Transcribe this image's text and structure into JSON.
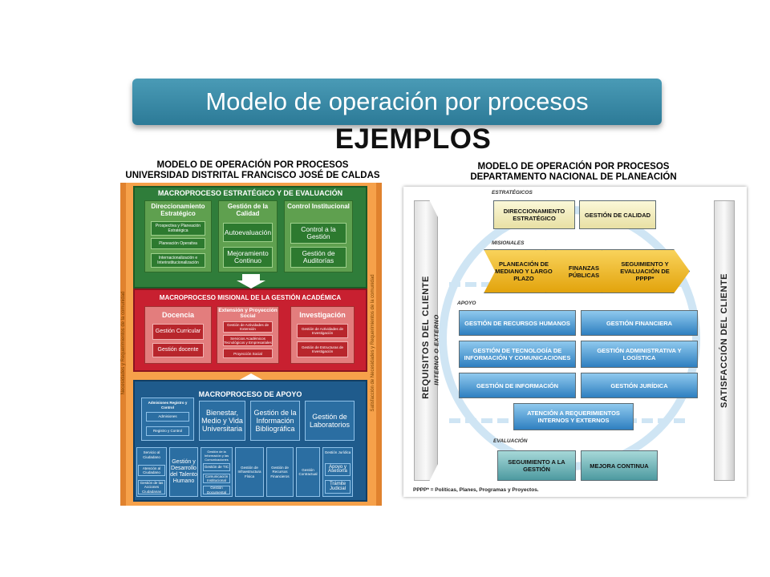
{
  "slide": {
    "title": "Modelo de operación por procesos",
    "subtitle": "EJEMPLOS"
  },
  "left_figure": {
    "caption_line1": "MODELO DE OPERACIÓN POR PROCESOS",
    "caption_line2": "UNIVERSIDAD DISTRITAL FRANCISCO JOSÉ DE CALDAS",
    "side_left": "Necesidades y Requerimientos de la comunidad",
    "side_right": "Satisfacción de Necesidades y Requerimientos de la comunidad",
    "strategic": {
      "title": "MACROPROCESO ESTRATÉGICO Y DE EVALUACIÓN",
      "columns": [
        {
          "title": "Direccionamiento Estratégico",
          "items": [
            "Prospectiva y Planeación Estratégica",
            "Planeación Operativa",
            "Internacionalización e Interinstitucionalización"
          ]
        },
        {
          "title": "Gestión de la Calidad",
          "items": [
            "Autoevaluación",
            "Mejoramiento Continuo"
          ]
        },
        {
          "title": "Control Institucional",
          "items": [
            "Control a la Gestión",
            "Gestión de Auditorías"
          ]
        }
      ]
    },
    "mission": {
      "title": "MACROPROCESO MISIONAL DE LA GESTIÓN ACADÉMICA",
      "columns": [
        {
          "title": "Docencia",
          "items": [
            "Gestión Curricular",
            "Gestión docente"
          ]
        },
        {
          "title": "Extensión y Proyección Social",
          "items": [
            "Gestión de Actividades de Extensión",
            "Servicios Académicos Tecnológicos y Empresariales",
            "Proyección Social"
          ]
        },
        {
          "title": "Investigación",
          "items": [
            "Gestión de Actividades de Investigación",
            "Gestión de Estructuras de Investigación"
          ]
        }
      ]
    },
    "support": {
      "title": "MACROPROCESO DE APOYO",
      "admissions": {
        "title": "Admisiones Registro y Control",
        "items": [
          "Admisiones",
          "Registro y Control"
        ]
      },
      "top_boxes": [
        "Bienestar, Medio y Vida Universitaria",
        "Gestión de la Información Bibliográfica",
        "Gestión de Laboratorios"
      ],
      "citizen": {
        "title": "Servicio al Ciudadano",
        "items": [
          "Atención al Ciudadano",
          "Gestión de las Acciones Ciudadanas"
        ]
      },
      "talent": "Gestión y Desarrollo del Talento Humano",
      "info": {
        "title": "Gestión de la Información y las Comunicaciones",
        "items": [
          "Gestión de TIC",
          "Comunicación Institucional",
          "Gestión Documental"
        ]
      },
      "bottom_boxes": [
        "Gestión de Infraestructura Física",
        "Gestión de Recursos Financieros",
        "Gestión Contractual"
      ],
      "legal": {
        "title": "Gestión Jurídica",
        "items": [
          "Apoyo y Asesoría",
          "Trámite Judicial"
        ]
      }
    }
  },
  "right_figure": {
    "caption_line1": "MODELO DE OPERACIÓN POR PROCESOS",
    "caption_line2": "DEPARTAMENTO NACIONAL DE PLANEACIÓN",
    "left_bar": "REQUISITOS DEL CLIENTE",
    "left_bar_sub": "INTERNO O EXTERNO",
    "right_bar": "SATISFACCIÓN DEL CLIENTE",
    "sections": {
      "strategic": "ESTRATÉGICOS",
      "missional": "MISIONALES",
      "support": "APOYO",
      "evaluation": "EVALUACIÓN"
    },
    "strategic_boxes": [
      "DIRECCIONAMIENTO ESTRATÉGICO",
      "GESTIÓN DE CALIDAD"
    ],
    "missional_boxes": [
      "PLANEACIÓN DE MEDIANO Y LARGO PLAZO",
      "FINANZAS PÚBLICAS",
      "SEGUIMIENTO Y EVALUACIÓN DE PPPP*"
    ],
    "support_boxes": [
      "GESTIÓN DE RECURSOS HUMANOS",
      "GESTIÓN FINANCIERA",
      "GESTIÓN DE TECNOLOGÍA DE INFORMACIÓN Y COMUNICACIONES",
      "GESTIÓN ADMINISTRATIVA Y LOGÍSTICA",
      "GESTIÓN DE INFORMACIÓN",
      "GESTIÓN JURÍDICA",
      "ATENCIÓN A REQUERIMIENTOS INTERNOS Y EXTERNOS"
    ],
    "evaluation_boxes": [
      "SEGUIMIENTO A LA GESTIÓN",
      "MEJORA CONTINUA"
    ],
    "footnote": "PPPP* = Políticas, Planes, Programas y Proyectos."
  },
  "colors": {
    "banner": "#3a8aa8",
    "strategic_green": "#2f7d3a",
    "mission_red": "#c82030",
    "support_blue": "#1f5b8c",
    "frame_orange": "#f6a14a",
    "missional_gold": "#f2bb2c"
  }
}
